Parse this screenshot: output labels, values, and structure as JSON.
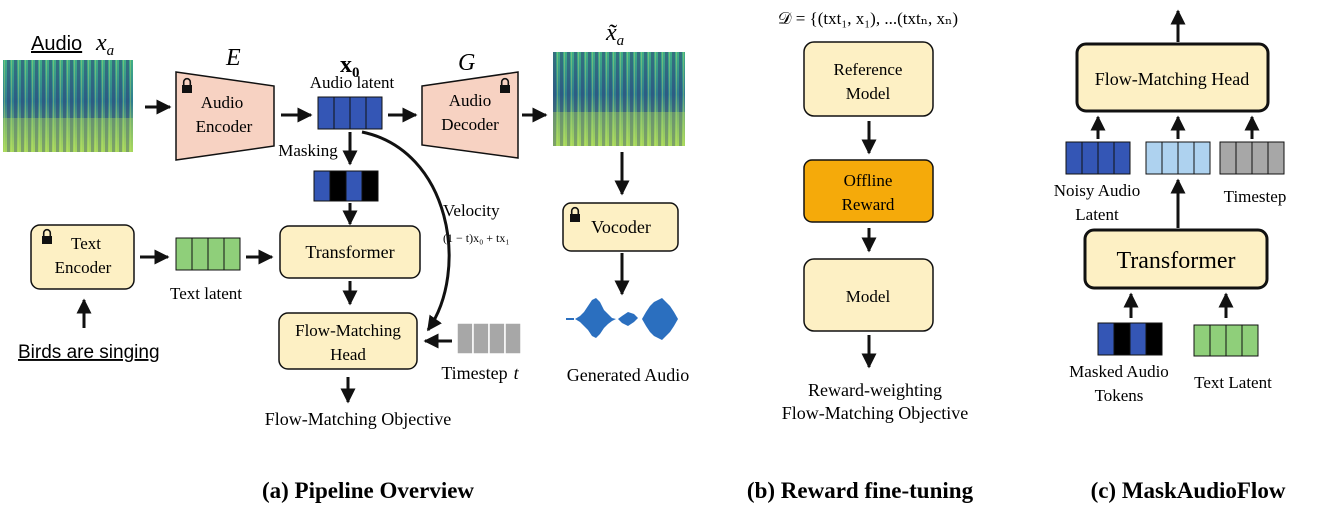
{
  "panel_a": {
    "caption": "(a) Pipeline Overview",
    "audio_label": "Audio",
    "audio_var": "x",
    "audio_var_sub": "a",
    "encoder_symbol": "E",
    "encoder_line1": "Audio",
    "encoder_line2": "Encoder",
    "latent_symbol": "x",
    "latent_symbol_sub": "0",
    "latent_label": "Audio latent",
    "decoder_symbol": "G",
    "decoder_line1": "Audio",
    "decoder_line2": "Decoder",
    "recon_var": "x̃",
    "recon_var_sub": "a",
    "masking_label": "Masking",
    "velocity_label": "Velocity",
    "velocity_formula": "(1 − t)x₀ + tx₁",
    "text_prompt": "Birds are singing",
    "text_encoder_line1": "Text",
    "text_encoder_line2": "Encoder",
    "text_latent_label": "Text latent",
    "transformer_label": "Transformer",
    "head_line1": "Flow-Matching",
    "head_line2": "Head",
    "objective_label": "Flow-Matching Objective",
    "timestep_label": "Timestep",
    "timestep_var": "t",
    "vocoder_label": "Vocoder",
    "generated_label": "Generated Audio"
  },
  "panel_b": {
    "caption": "(b) Reward fine-tuning",
    "dataset_formula": "𝒟 = {(txt₁, x₁), ...(txtₙ, xₙ)",
    "reference_line1": "Reference",
    "reference_line2": "Model",
    "reward_line1": "Offline",
    "reward_line2": "Reward",
    "model_label": "Model",
    "objective_line1": "Reward-weighting",
    "objective_line2": "Flow-Matching Objective"
  },
  "panel_c": {
    "caption": "(c) MaskAudioFlow",
    "head_label": "Flow-Matching Head",
    "noisy_line1": "Noisy Audio",
    "noisy_line2": "Latent",
    "timestep_label": "Timestep",
    "transformer_label": "Transformer",
    "masked_line1": "Masked Audio",
    "masked_line2": "Tokens",
    "text_latent_label": "Text Latent"
  },
  "colors": {
    "box_fill": "#fdf0c4",
    "encoder_fill": "#f7d2c2",
    "reward_fill": "#f5aa0a",
    "token_blue": "#3456b5",
    "token_light_blue": "#aed2ef",
    "token_green": "#8fcf7a",
    "token_grey": "#a7a7a7",
    "waveform_blue": "#2b6fbf",
    "spectrogram_dark": "#3b4f8c",
    "spectrogram_green": "#3fae86"
  }
}
